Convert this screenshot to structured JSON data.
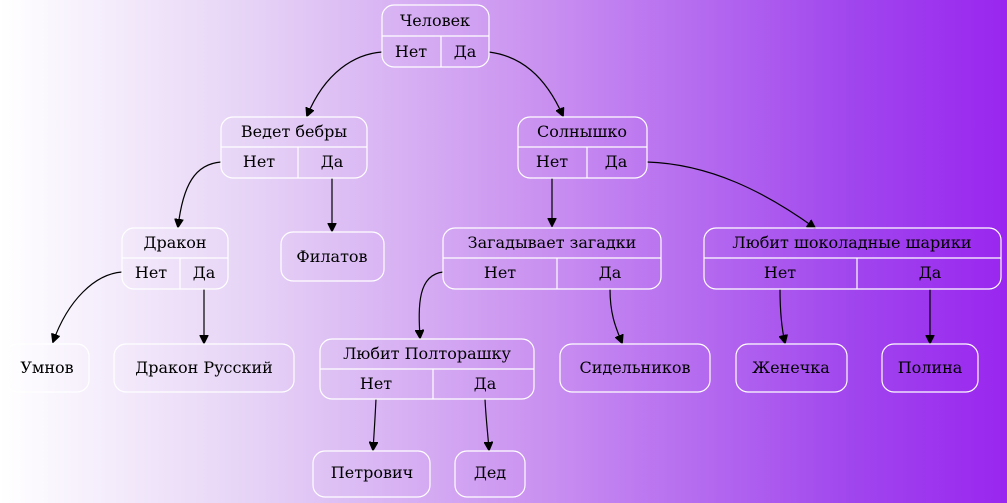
{
  "tree": {
    "labels": {
      "no": "Нет",
      "yes": "Да"
    },
    "questions": {
      "root": "Человек",
      "q_bebry": "Ведет бебры",
      "q_sun": "Солнышко",
      "q_dragon": "Дракон",
      "q_riddles": "Загадывает загадки",
      "q_balls": "Любит шоколадные шарики",
      "q_poltorashka": "Любит Полторашку"
    },
    "answers": {
      "filatov": "Филатов",
      "umnov": "Умнов",
      "dragon_russian": "Дракон Русский",
      "sidelnikov": "Сидельников",
      "zhenechka": "Женечка",
      "polina": "Полина",
      "petrovich": "Петрович",
      "ded": "Дед"
    }
  }
}
